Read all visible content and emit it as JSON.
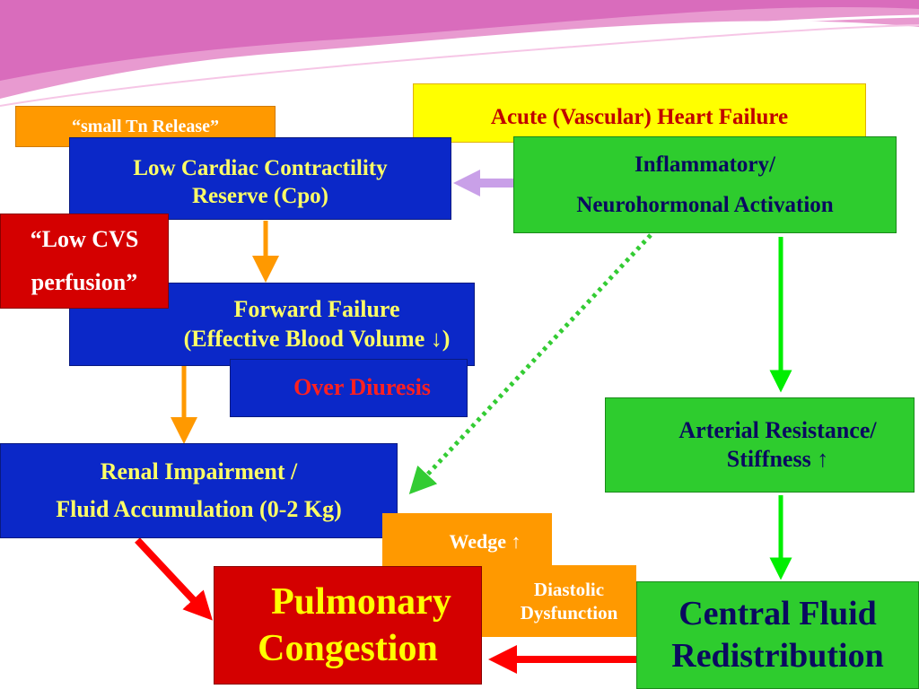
{
  "colors": {
    "header_pink": "#e878c0",
    "blue_box": "#0b28c8",
    "green_box": "#2ecc2e",
    "orange_box": "#ff9900",
    "red_box": "#d40000",
    "yellow_box": "#ffff00",
    "arrow_orange": "#ff9900",
    "arrow_green": "#00ee00",
    "arrow_red": "#ff0000",
    "arrow_lavender": "#c9a0e8"
  },
  "nodes": {
    "acute_hf": {
      "text": "Acute (Vascular) Heart Failure"
    },
    "small_tn": {
      "text": "“small Tn Release”"
    },
    "low_contractility": {
      "line1": "Low Cardiac Contractility",
      "line2": "Reserve  (Cpo)"
    },
    "inflammatory": {
      "line1": "Inflammatory/",
      "line2": "Neurohormonal Activation"
    },
    "low_cvs": {
      "line1": "“Low CVS",
      "line2": "perfusion”"
    },
    "forward_failure": {
      "line1": "Forward Failure",
      "line2": "(Effective Blood Volume ↓)"
    },
    "over_diuresis": {
      "text": "Over Diuresis"
    },
    "arterial_resistance": {
      "line1": "Arterial Resistance/",
      "line2": "Stiffness ↑"
    },
    "renal": {
      "line1": "Renal Impairment /",
      "line2": "Fluid Accumulation (0-2 Kg)"
    },
    "wedge": {
      "text": "Wedge ↑"
    },
    "diastolic": {
      "line1": "Diastolic",
      "line2": "Dysfunction"
    },
    "pulmonary": {
      "line1": "Pulmonary",
      "line2": "Congestion"
    },
    "central_fluid": {
      "line1": "Central Fluid",
      "line2": "Redistribution"
    }
  }
}
